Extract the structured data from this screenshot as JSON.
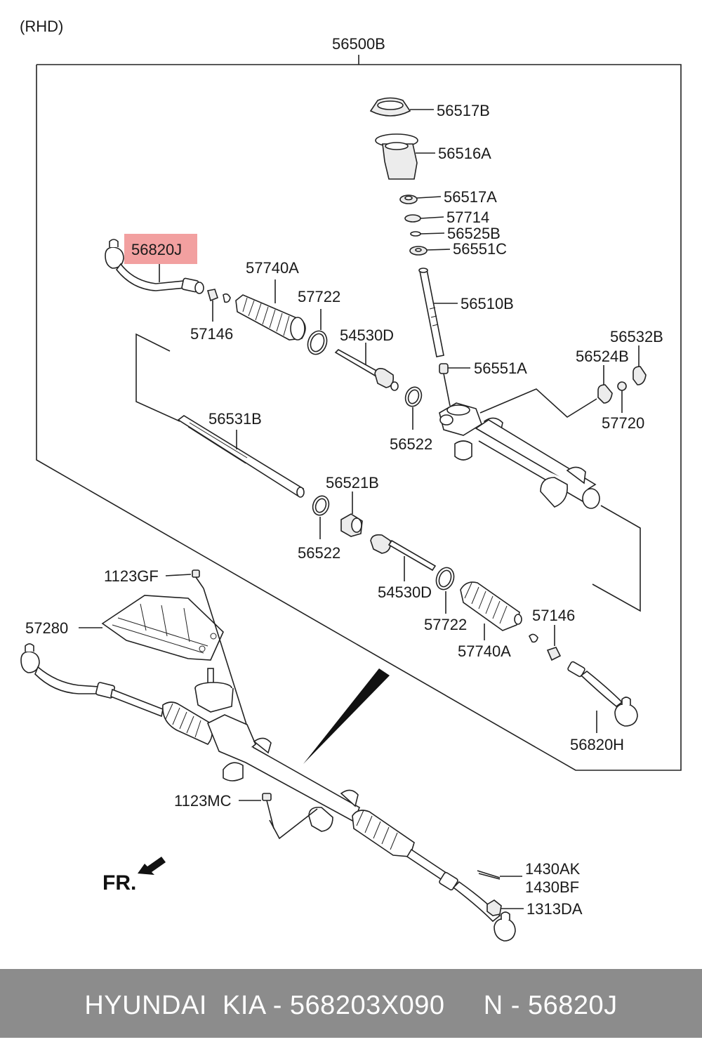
{
  "header": {
    "variant": "(RHD)"
  },
  "assembly": {
    "number": "56500B"
  },
  "highlight": {
    "part": "56820J",
    "color": "#f2a0a0"
  },
  "labels": {
    "p56517B": "56517B",
    "p56516A": "56516A",
    "p56517A": "56517A",
    "p57714": "57714",
    "p56525B": "56525B",
    "p56551C": "56551C",
    "p56510B": "56510B",
    "p56551A": "56551A",
    "p56532B": "56532B",
    "p56524B": "56524B",
    "p57720": "57720",
    "p57740A_top": "57740A",
    "p57722_top": "57722",
    "p54530D_top": "54530D",
    "p57146_left": "57146",
    "p56531B": "56531B",
    "p56522_mid": "56522",
    "p56521B": "56521B",
    "p56522_low": "56522",
    "p54530D_low": "54530D",
    "p57722_low": "57722",
    "p57740A_low": "57740A",
    "p57146_right": "57146",
    "p56820H": "56820H",
    "p1123GF": "1123GF",
    "p57280": "57280",
    "p1123MC": "1123MC",
    "p1430AK": "1430AK",
    "p1430BF": "1430BF",
    "p1313DA": "1313DA",
    "fr": "FR."
  },
  "footer": {
    "text": "HYUNDAI  KIA - 568203X090     N - 56820J",
    "background": "#8c8c8c"
  }
}
